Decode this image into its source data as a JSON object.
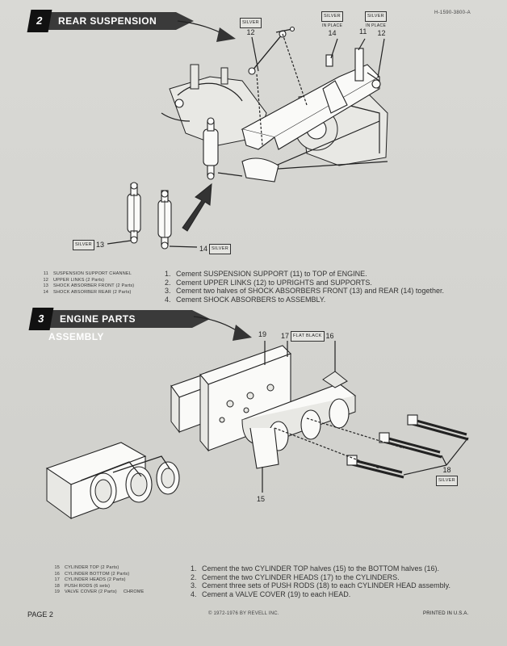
{
  "doc_code": "H-1590-3800-A",
  "sections": [
    {
      "number": "2",
      "title": "REAR SUSPENSION",
      "callouts": [
        {
          "tag": "SILVER",
          "num": "12",
          "sub": ""
        },
        {
          "tag": "SILVER",
          "num": "14",
          "sub": "IN PLACE"
        },
        {
          "tag": "",
          "num": "11",
          "sub": ""
        },
        {
          "tag": "SILVER",
          "num": "12",
          "sub": "IN PLACE"
        },
        {
          "tag": "SILVER",
          "num": "13",
          "sub": ""
        },
        {
          "tag": "SILVER",
          "num": "14",
          "sub": ""
        }
      ],
      "parts": [
        {
          "n": "11",
          "name": "SUSPENSION SUPPORT CHANNEL"
        },
        {
          "n": "12",
          "name": "UPPER LINKS (2 Parts)"
        },
        {
          "n": "13",
          "name": "SHOCK ABSORBER FRONT (2 Parts)"
        },
        {
          "n": "14",
          "name": "SHOCK ABSORBER REAR (2 Parts)"
        }
      ],
      "steps": [
        {
          "n": "1.",
          "text": "Cement SUSPENSION SUPPORT (11) to TOP of ENGINE."
        },
        {
          "n": "2.",
          "text": "Cement UPPER LINKS (12) to UPRIGHTS and SUPPORTS."
        },
        {
          "n": "3.",
          "text": "Cement two halves of SHOCK ABSORBERS FRONT (13) and REAR (14) together."
        },
        {
          "n": "4.",
          "text": "Cement SHOCK ABSORBERS to ASSEMBLY."
        }
      ]
    },
    {
      "number": "3",
      "title": "ENGINE PARTS ASSEMBLY",
      "callouts": [
        {
          "tag": "",
          "num": "19"
        },
        {
          "tag": "FLAT BLACK",
          "num": "17",
          "num2": "16"
        },
        {
          "tag": "SILVER",
          "num": "18"
        },
        {
          "tag": "",
          "num": "15"
        }
      ],
      "parts": [
        {
          "n": "15",
          "name": "CYLINDER TOP (2 Parts)",
          "color": ""
        },
        {
          "n": "16",
          "name": "CYLINDER BOTTOM (2 Parts)",
          "color": ""
        },
        {
          "n": "17",
          "name": "CYLINDER HEADS (2 Parts)",
          "color": ""
        },
        {
          "n": "18",
          "name": "PUSH RODS (6 sets)",
          "color": ""
        },
        {
          "n": "19",
          "name": "VALVE COVER (2 Parts)",
          "color": "CHROME"
        }
      ],
      "steps": [
        {
          "n": "1.",
          "text": "Cement the two CYLINDER TOP halves (15) to the BOTTOM halves (16)."
        },
        {
          "n": "2.",
          "text": "Cement the two CYLINDER HEADS (17) to the CYLINDERS."
        },
        {
          "n": "3.",
          "text": "Cement three sets of PUSH RODS (18) to each CYLINDER HEAD assembly."
        },
        {
          "n": "4.",
          "text": "Cement a VALVE COVER (19) to each HEAD."
        }
      ]
    }
  ],
  "footer": {
    "page": "PAGE 2",
    "copyright": "© 1972-1976 BY REVELL INC.",
    "printed": "PRINTED IN U.S.A."
  }
}
